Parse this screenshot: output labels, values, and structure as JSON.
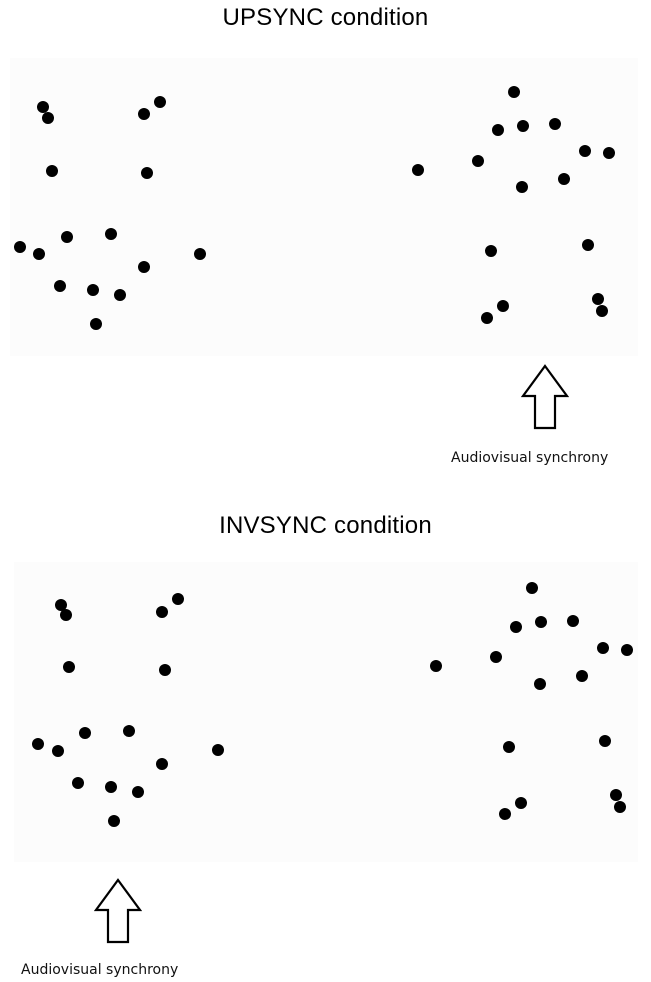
{
  "conditions": [
    {
      "title": "UPSYNC condition",
      "synchrony_label": "Audiovisual synchrony",
      "synchrony_side": "right"
    },
    {
      "title": "INVSYNC condition",
      "synchrony_label": "Audiovisual synchrony",
      "synchrony_side": "left"
    }
  ],
  "colors": {
    "dot": "#000000",
    "background": "#ffffff"
  }
}
